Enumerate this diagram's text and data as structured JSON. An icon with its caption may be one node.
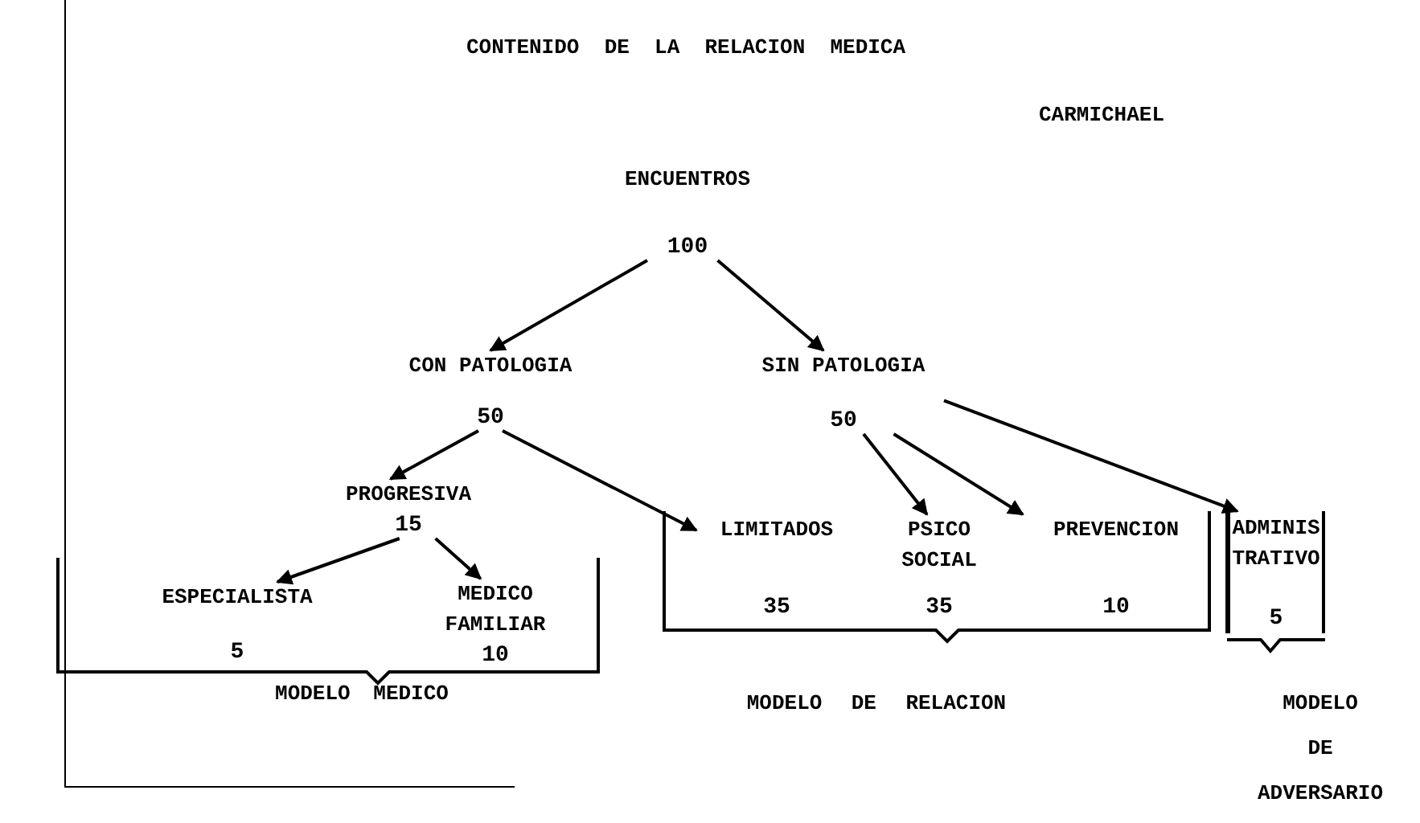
{
  "diagram": {
    "title": "CONTENIDO DE LA RELACION MEDICA",
    "nodes": [
      {
        "text": [
          "ENCUENTROS",
          "100"
        ]
      },
      {
        "text": [
          "CON PATOLOGIA",
          "50"
        ]
      },
      {
        "text": [
          "SIN PATOLOGIA",
          "50"
        ]
      },
      {
        "text": [
          "PROGRESIVA",
          "15"
        ]
      },
      {
        "text": [
          "LIMITADOS",
          "35"
        ]
      },
      {
        "text": [
          "PSICO SOCIAL",
          "35"
        ]
      },
      {
        "text": [
          "PREVENCION",
          "10"
        ]
      },
      {
        "text": [
          "ADMINIS TRATIVO",
          "5"
        ]
      },
      {
        "text": [
          "ESPECIALISTA",
          "5"
        ]
      },
      {
        "text": [
          "MEDICO FAMILIAR",
          "10"
        ]
      }
    ],
    "edges": [
      {
        "from": 0,
        "to": 1,
        "arrow": "to"
      },
      {
        "from": 0,
        "to": 2,
        "arrow": "to"
      },
      {
        "from": 1,
        "to": 3,
        "arrow": "to"
      },
      {
        "from": 1,
        "to": 4,
        "arrow": "to"
      },
      {
        "from": 2,
        "to": 5,
        "arrow": "to"
      },
      {
        "from": 2,
        "to": 6,
        "arrow": "to"
      },
      {
        "from": 2,
        "to": 7,
        "arrow": "to"
      },
      {
        "from": 3,
        "to": 8,
        "arrow": "to"
      },
      {
        "from": 3,
        "to": 9,
        "arrow": "to"
      }
    ],
    "labels": [
      "CARMICHAEL",
      "MODELO MEDICO",
      "MODELO DE RELACION",
      "MODELO DE ADVERSARIO"
    ]
  }
}
